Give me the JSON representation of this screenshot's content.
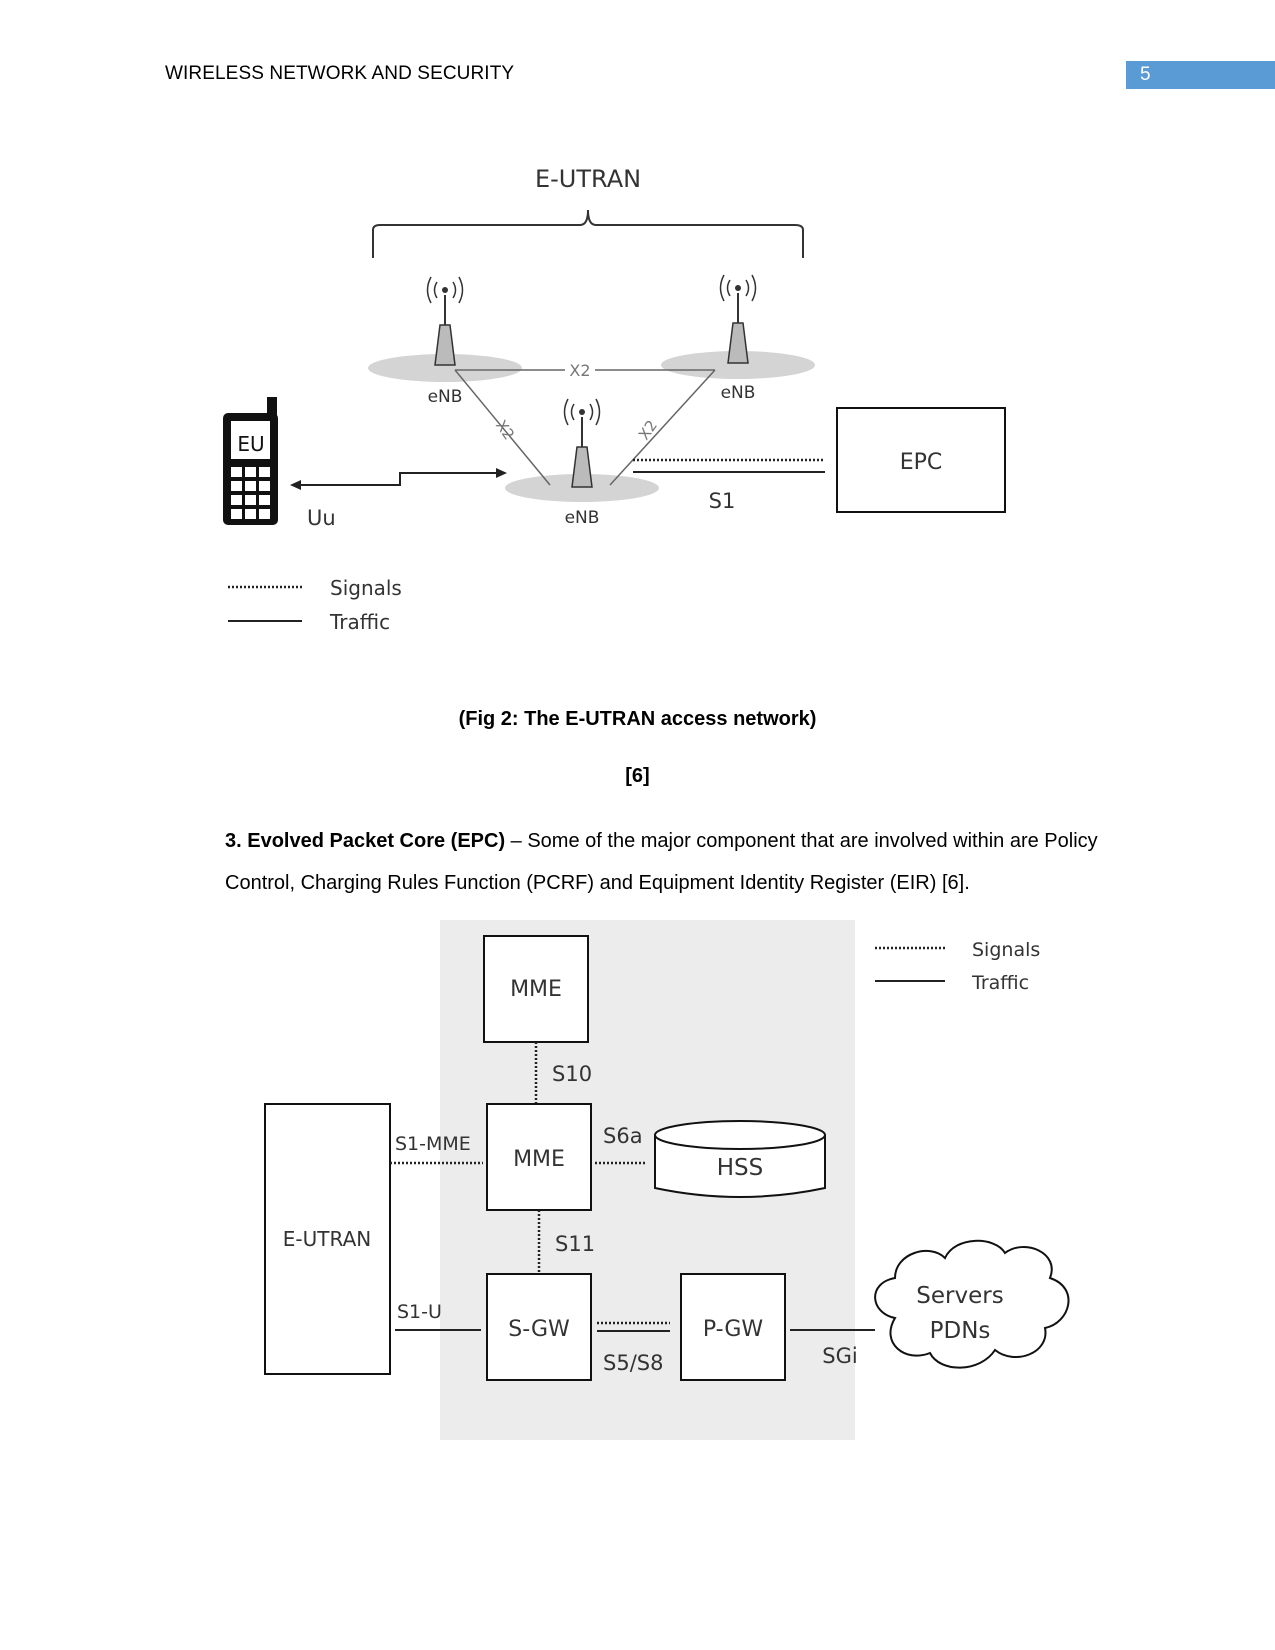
{
  "header": {
    "title": "WIRELESS NETWORK AND SECURITY",
    "page_number": "5"
  },
  "figure1": {
    "group_label": "E-UTRAN",
    "enb_label": "eNB",
    "x2_label": "X2",
    "eu_label": "EU",
    "uu_label": "Uu",
    "s1_label": "S1",
    "epc_label": "EPC",
    "legend": {
      "signals": "Signals",
      "traffic": "Traffic"
    }
  },
  "caption": "(Fig 2: The E-UTRAN access network)",
  "reference": "[6]",
  "paragraph": {
    "lead": "3. Evolved Packet Core (EPC)",
    "text": " – Some of the major component that are involved within are Policy Control, Charging Rules Function (PCRF) and Equipment Identity Register (EIR) [6]."
  },
  "figure2": {
    "mme_top": "MME",
    "mme": "MME",
    "hss": "HSS",
    "eutran": "E-UTRAN",
    "sgw": "S-GW",
    "pgw": "P-GW",
    "s10": "S10",
    "s6a": "S6a",
    "s1mme": "S1-MME",
    "s11": "S11",
    "s1u": "S1-U",
    "s5s8": "S5/S8",
    "sgi": "SGi",
    "servers": "Servers",
    "pdns": "PDNs",
    "legend": {
      "signals": "Signals",
      "traffic": "Traffic"
    }
  }
}
